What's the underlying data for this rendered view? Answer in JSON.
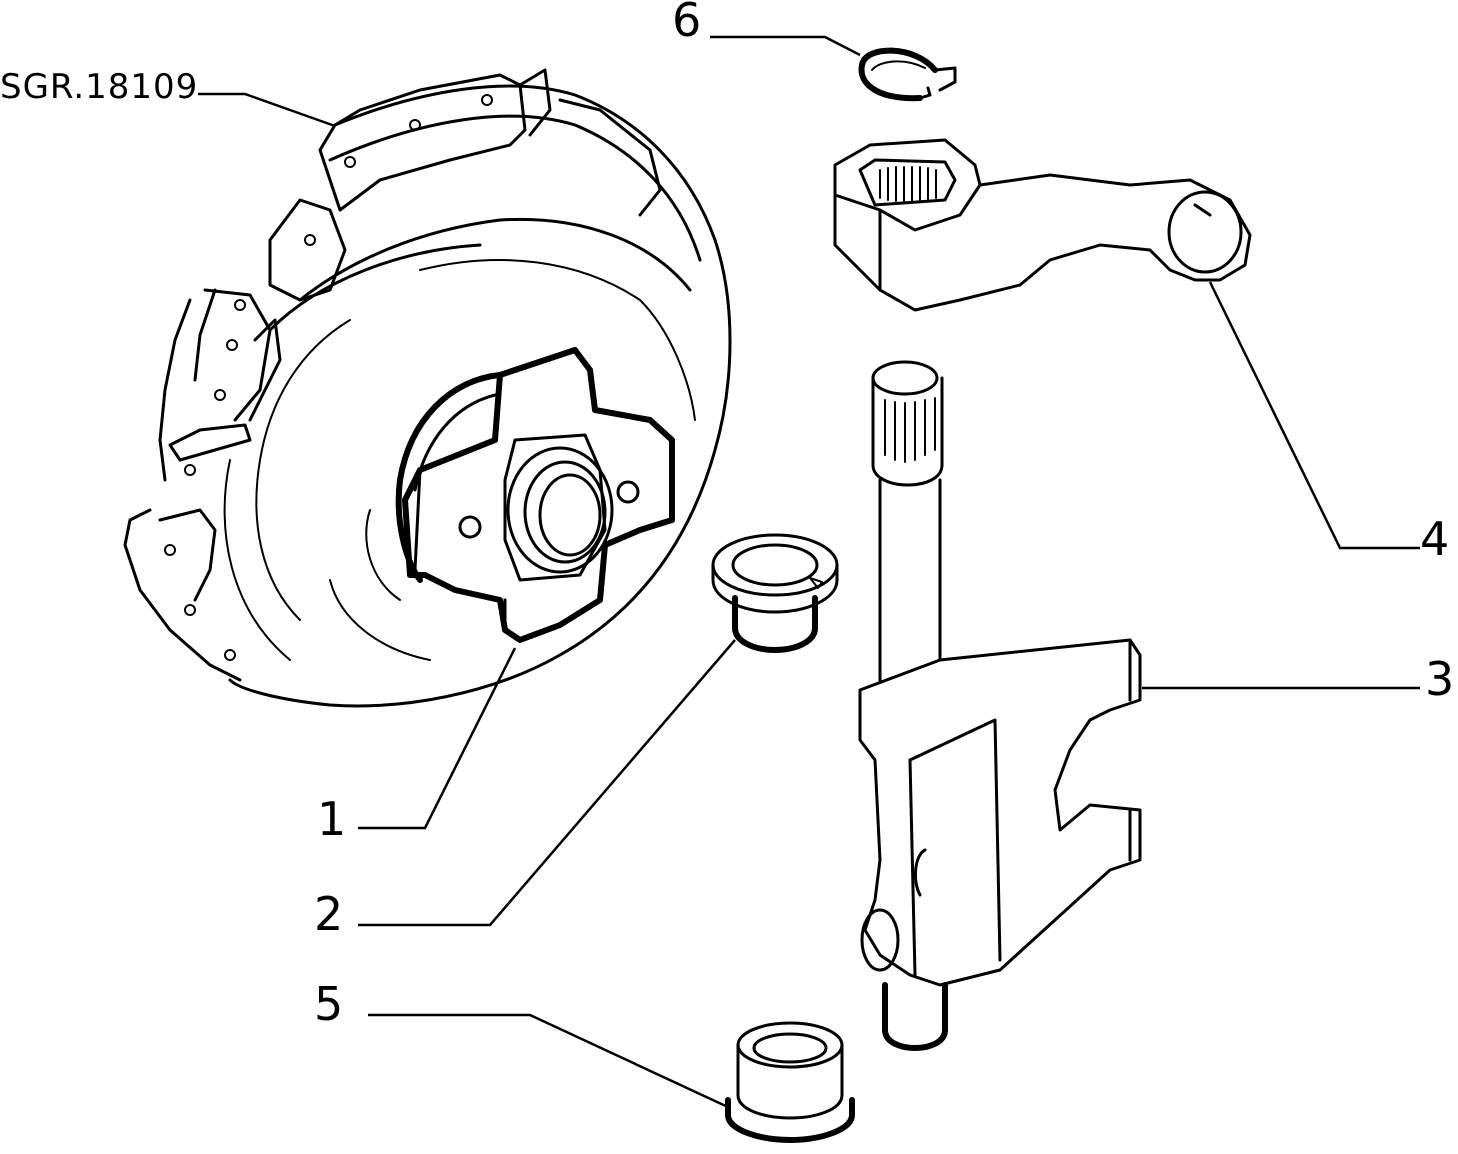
{
  "drawing_ref": "SGR.18109",
  "callouts": [
    {
      "id": "1",
      "label": "1"
    },
    {
      "id": "2",
      "label": "2"
    },
    {
      "id": "3",
      "label": "3"
    },
    {
      "id": "4",
      "label": "4"
    },
    {
      "id": "5",
      "label": "5"
    },
    {
      "id": "6",
      "label": "6"
    }
  ],
  "colors": {
    "line": "#000000",
    "background": "#ffffff"
  }
}
